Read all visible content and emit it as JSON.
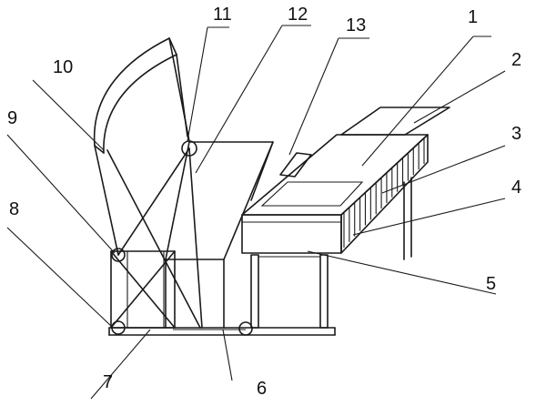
{
  "figure": {
    "labels": {
      "n1": "1",
      "n2": "2",
      "n3": "3",
      "n4": "4",
      "n5": "5",
      "n6": "6",
      "n7": "7",
      "n8": "8",
      "n9": "9",
      "n10": "10",
      "n11": "11",
      "n12": "12",
      "n13": "13"
    }
  }
}
